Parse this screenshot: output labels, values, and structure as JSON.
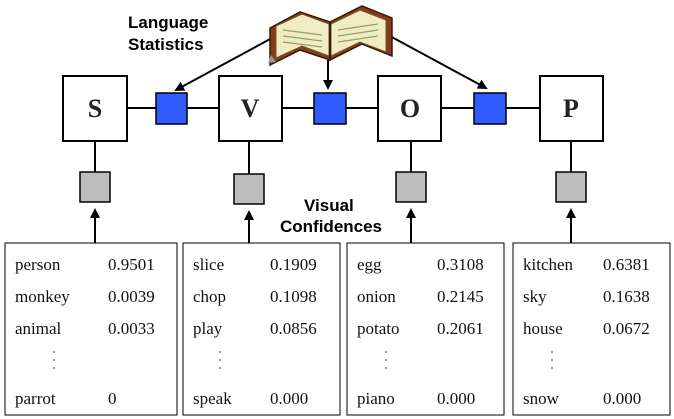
{
  "labels": {
    "language_line1": "Language",
    "language_line2": "Statistics",
    "visual_line1": "Visual",
    "visual_line2": "Confidences"
  },
  "nodes": [
    "S",
    "V",
    "O",
    "P"
  ],
  "tables": [
    {
      "rows": [
        {
          "word": "person",
          "score": "0.9501"
        },
        {
          "word": "monkey",
          "score": "0.0039"
        },
        {
          "word": "animal",
          "score": "0.0033"
        }
      ],
      "last": {
        "word": "parrot",
        "score": "0"
      }
    },
    {
      "rows": [
        {
          "word": "slice",
          "score": "0.1909"
        },
        {
          "word": "chop",
          "score": "0.1098"
        },
        {
          "word": "play",
          "score": "0.0856"
        }
      ],
      "last": {
        "word": "speak",
        "score": "0.000"
      }
    },
    {
      "rows": [
        {
          "word": "egg",
          "score": "0.3108"
        },
        {
          "word": "onion",
          "score": "0.2145"
        },
        {
          "word": "potato",
          "score": "0.2061"
        }
      ],
      "last": {
        "word": "piano",
        "score": "0.000"
      }
    },
    {
      "rows": [
        {
          "word": "kitchen",
          "score": "0.6381"
        },
        {
          "word": "sky",
          "score": "0.1638"
        },
        {
          "word": "house",
          "score": "0.0672"
        }
      ],
      "last": {
        "word": "snow",
        "score": "0.000"
      }
    }
  ],
  "colors": {
    "factor_blue": "#2f5bff",
    "factor_gray": "#bdbdbd",
    "stroke": "#000000"
  },
  "icons": {
    "book": "open-book-icon"
  }
}
